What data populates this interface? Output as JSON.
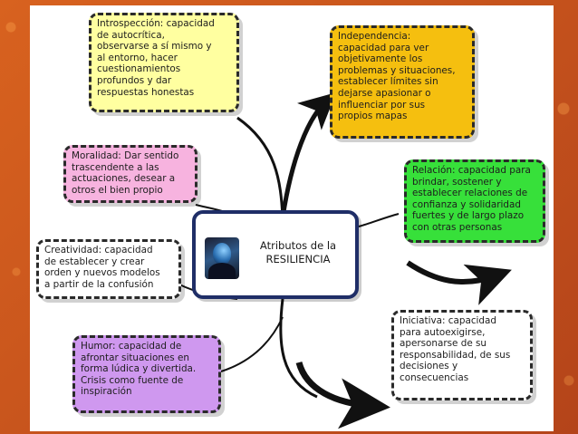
{
  "colors": {
    "background": "#c8521a",
    "introspeccion": "#ffffa0",
    "independencia": "#f5bf0f",
    "moralidad": "#f7b3df",
    "relacion": "#37e03a",
    "creatividad": "#ffffff",
    "humor": "#cf98ef",
    "iniciativa": "#ffffff",
    "center_border": "#1f2e67"
  },
  "center": {
    "icon": "person-silhouette-icon",
    "title": "Atributos de la\nRESILIENCIA"
  },
  "nodes": {
    "introspeccion": "Introspección: capacidad\nde autocrítica,\nobservarse a sí mismo y\nal entorno, hacer\ncuestionamientos\nprofundos y dar\nrespuestas honestas",
    "independencia": "Independencia:\ncapacidad para ver\nobjetivamente los\nproblemas y situaciones,\nestablecer límites sin\ndejarse apasionar o\ninfluenciar por sus\npropios mapas",
    "moralidad": "Moralidad: Dar sentido\ntrascendente a las\nactuaciones, desear a\notros el bien propio",
    "relacion": "Relación: capacidad para\nbrindar, sostener y\nestablecer relaciones de\nconfianza y solidaridad\nfuertes y de largo plazo\ncon otras personas",
    "creatividad": "Creatividad:  capacidad\nde establecer y crear\norden y nuevos modelos\na partir de la confusión",
    "humor": "Humor: capacidad de\nafrontar  situaciones en\nforma lúdica y divertida.\nCrisis como fuente de\ninspiración",
    "iniciativa": "Iniciativa: capacidad\npara autoexigirse,\napersonarse de su\nresponsabilidad, de sus\ndecisiones y\nconsecuencias"
  }
}
